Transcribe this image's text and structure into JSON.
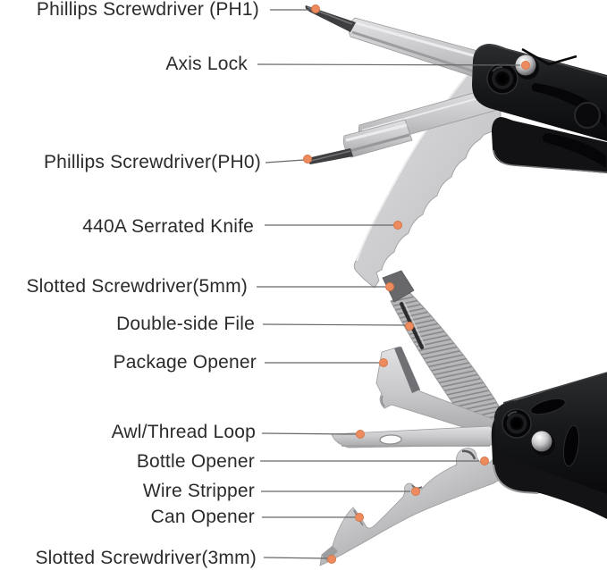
{
  "colors": {
    "background": "#ffffff",
    "label_text": "#2b2b2b",
    "leader_line": "#686868",
    "accent_dot": "#ed8b5f",
    "steel_tip_dark": "#68686b",
    "metal_edge": "#96969a"
  },
  "diagram": {
    "labels": [
      {
        "id": "phillips-screwdriver-ph1",
        "text": "Phillips Screwdriver (PH1)"
      },
      {
        "id": "axis-lock",
        "text": "Axis Lock"
      },
      {
        "id": "phillips-screwdriver-ph0",
        "text": "Phillips Screwdriver(PH0)"
      },
      {
        "id": "serrated-knife",
        "text": "440A Serrated Knife"
      },
      {
        "id": "slotted-screwdriver-5mm",
        "text": "Slotted Screwdriver(5mm)"
      },
      {
        "id": "double-side-file",
        "text": "Double-side File"
      },
      {
        "id": "package-opener",
        "text": "Package Opener"
      },
      {
        "id": "awl-thread-loop",
        "text": "Awl/Thread Loop"
      },
      {
        "id": "bottle-opener",
        "text": "Bottle Opener"
      },
      {
        "id": "wire-stripper",
        "text": "Wire Stripper"
      },
      {
        "id": "can-opener",
        "text": "Can Opener"
      },
      {
        "id": "slotted-screwdriver-3mm",
        "text": "Slotted Screwdriver(3mm)"
      }
    ]
  }
}
